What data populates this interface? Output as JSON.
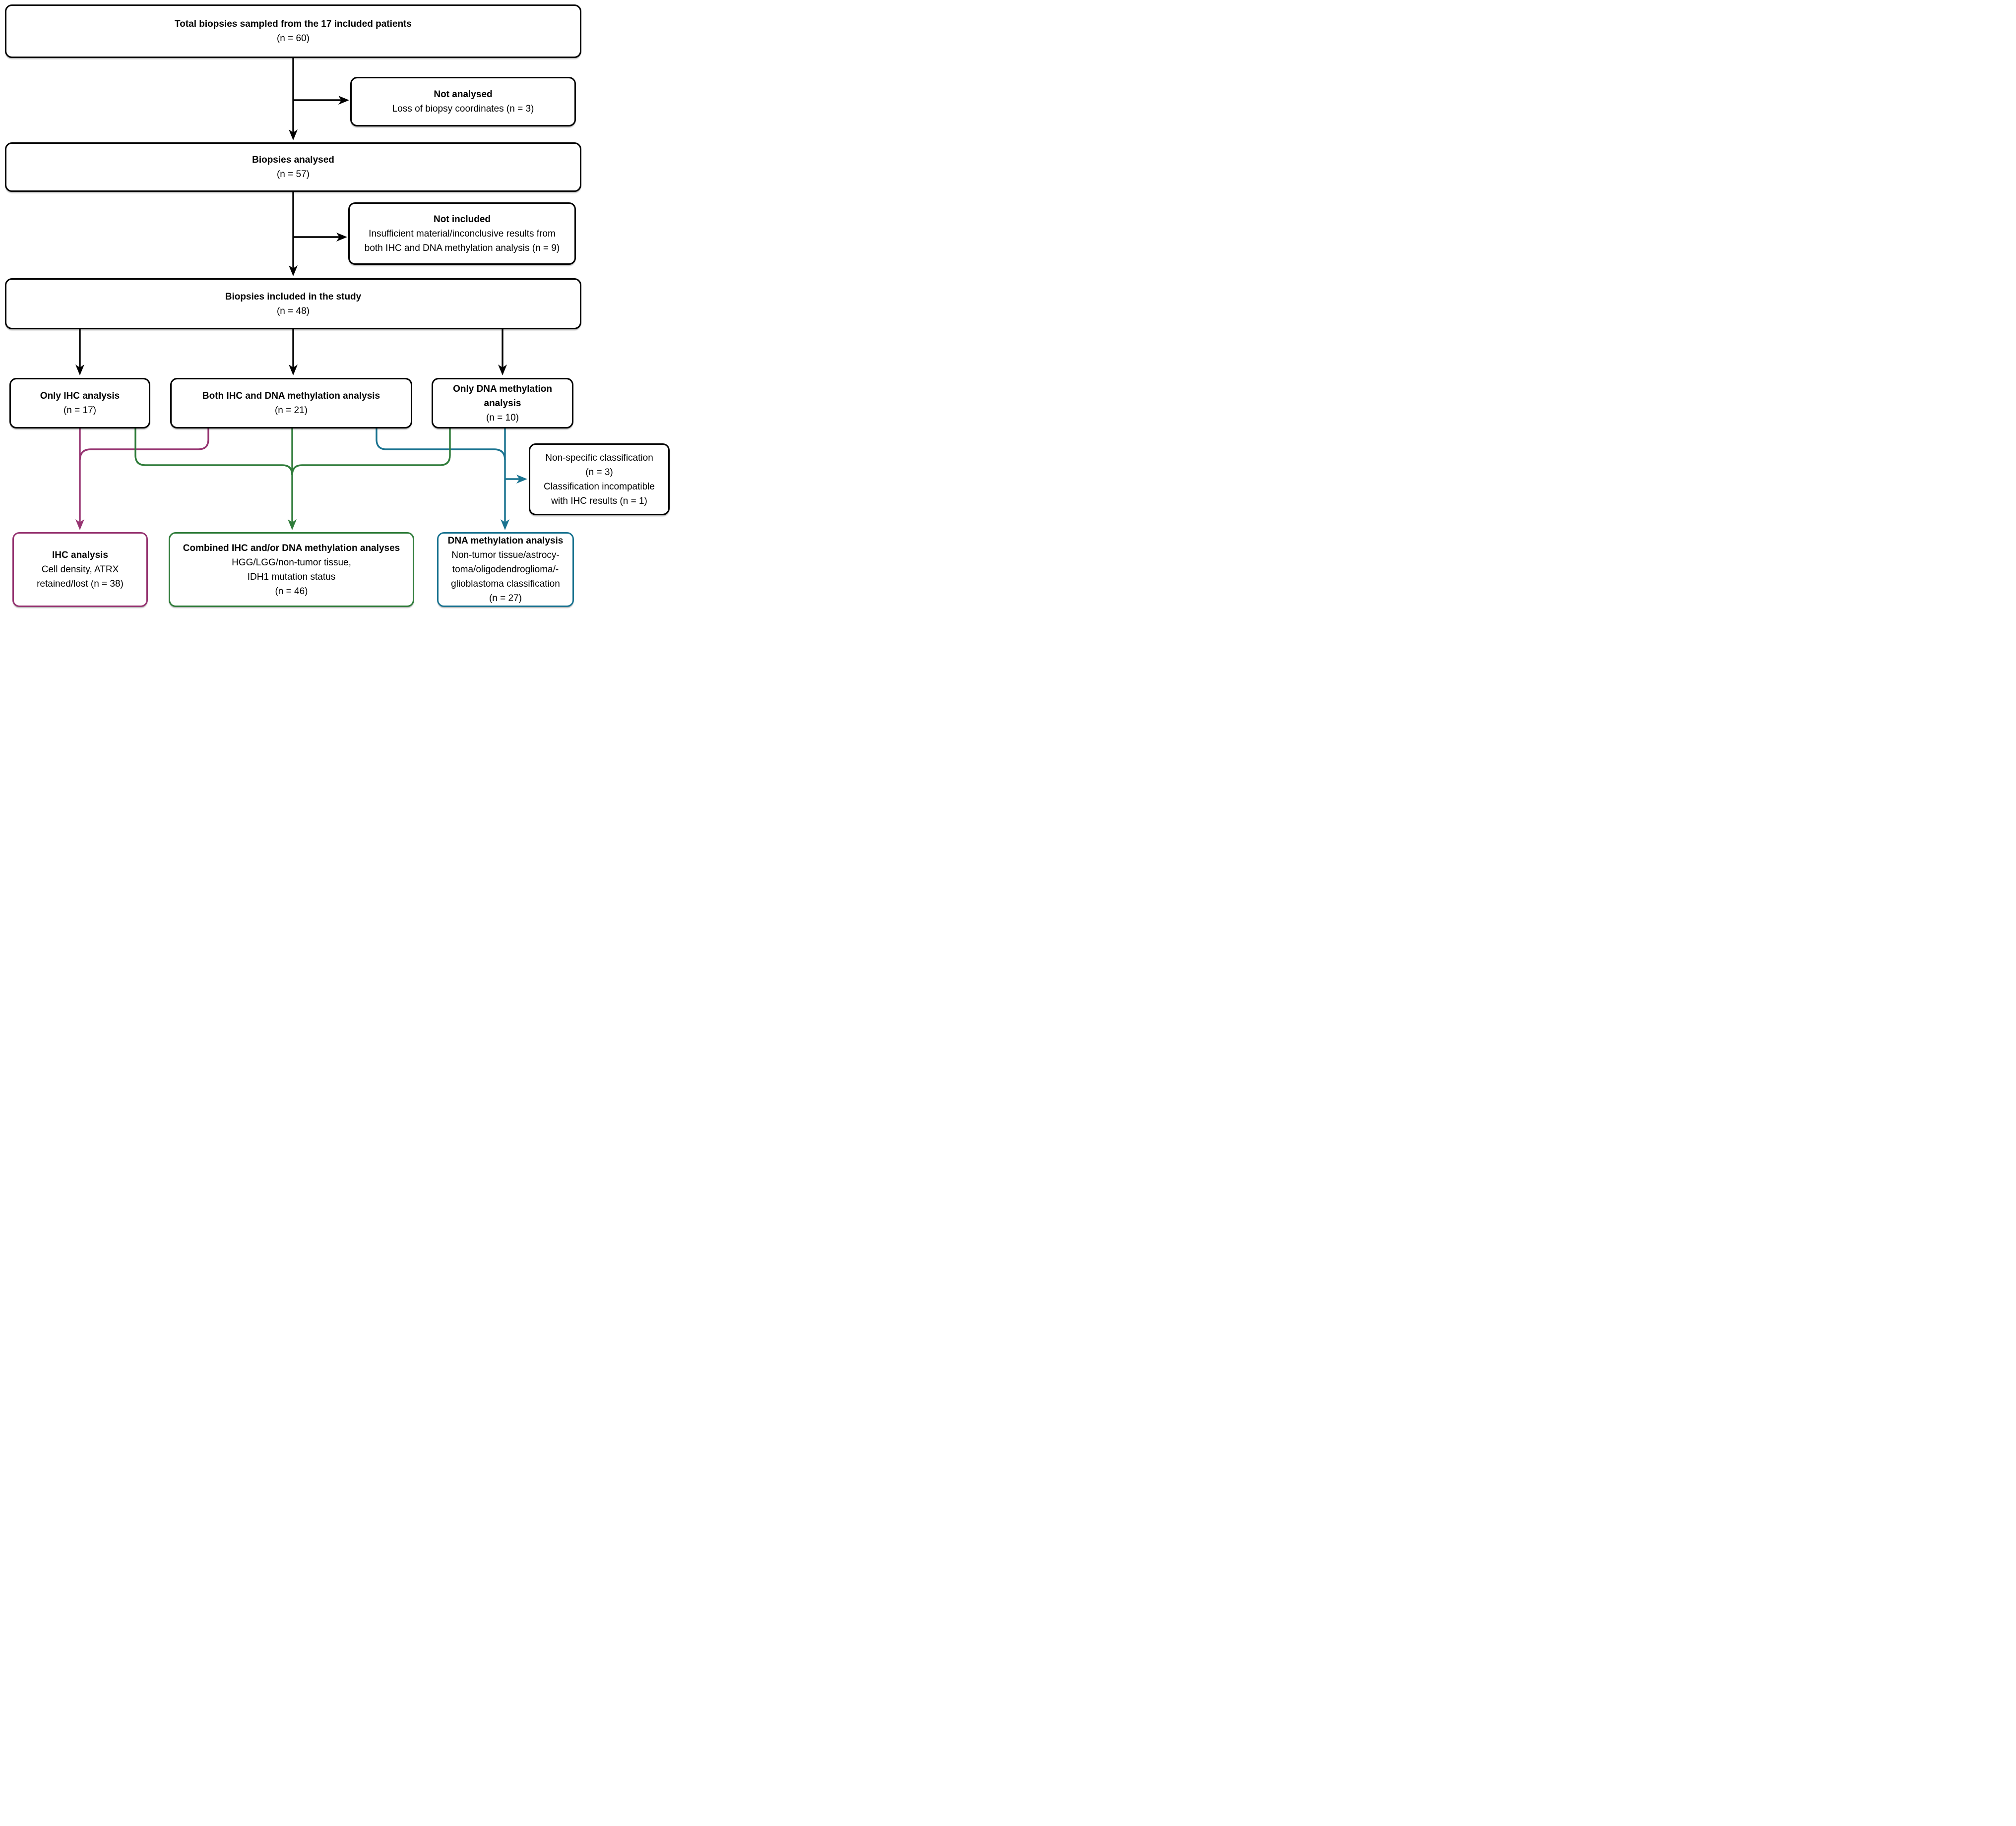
{
  "diagram_title": "Biopsy inclusion flow diagram",
  "colors": {
    "purple": "#963471",
    "green": "#2F7C3A",
    "blue": "#1A7390",
    "black": "#000000",
    "background": "#FFFFFF"
  },
  "boxes": {
    "total": {
      "heading": "Total biopsies sampled from the 17 included patients",
      "n": "(n = 60)"
    },
    "not_analysed": {
      "heading": "Not analysed",
      "detail": "Loss of biopsy coordinates (n = 3)"
    },
    "analysed": {
      "heading": "Biopsies analysed",
      "n": "(n = 57)"
    },
    "not_included": {
      "heading": "Not included",
      "detail_line1": "Insufficient material/inconclusive results from",
      "detail_line2": "both IHC and DNA methylation analysis (n = 9)"
    },
    "included": {
      "heading": "Biopsies included in the study",
      "n": "(n = 48)"
    },
    "only_ihc": {
      "heading": "Only IHC analysis",
      "n": "(n = 17)"
    },
    "both_ihc_dna": {
      "heading": "Both IHC and DNA methylation analysis",
      "n": "(n = 21)"
    },
    "only_dna": {
      "heading": "Only DNA methylation analysis",
      "n": "(n = 10)"
    },
    "side_note": {
      "line1": "Non-specific classification",
      "line2": "(n = 3)",
      "line3": "Classification incompatible",
      "line4": "with IHC results (n = 1)"
    },
    "ihc_analysis": {
      "heading": "IHC analysis",
      "detail_line1": "Cell density, ATRX",
      "detail_line2": "retained/lost (n = 38)"
    },
    "combined": {
      "heading": "Combined IHC and/or DNA methylation analyses",
      "detail_line1": "HGG/LGG/non-tumor tissue,",
      "detail_line2": "IDH1 mutation status",
      "n": "(n = 46)"
    },
    "dna_methylation": {
      "heading": "DNA methylation analysis",
      "detail_line1": "Non-tumor tissue/astrocy-",
      "detail_line2": "toma/oligodendroglioma/-",
      "detail_line3": "glioblastoma classification",
      "n": "(n = 27)"
    }
  }
}
